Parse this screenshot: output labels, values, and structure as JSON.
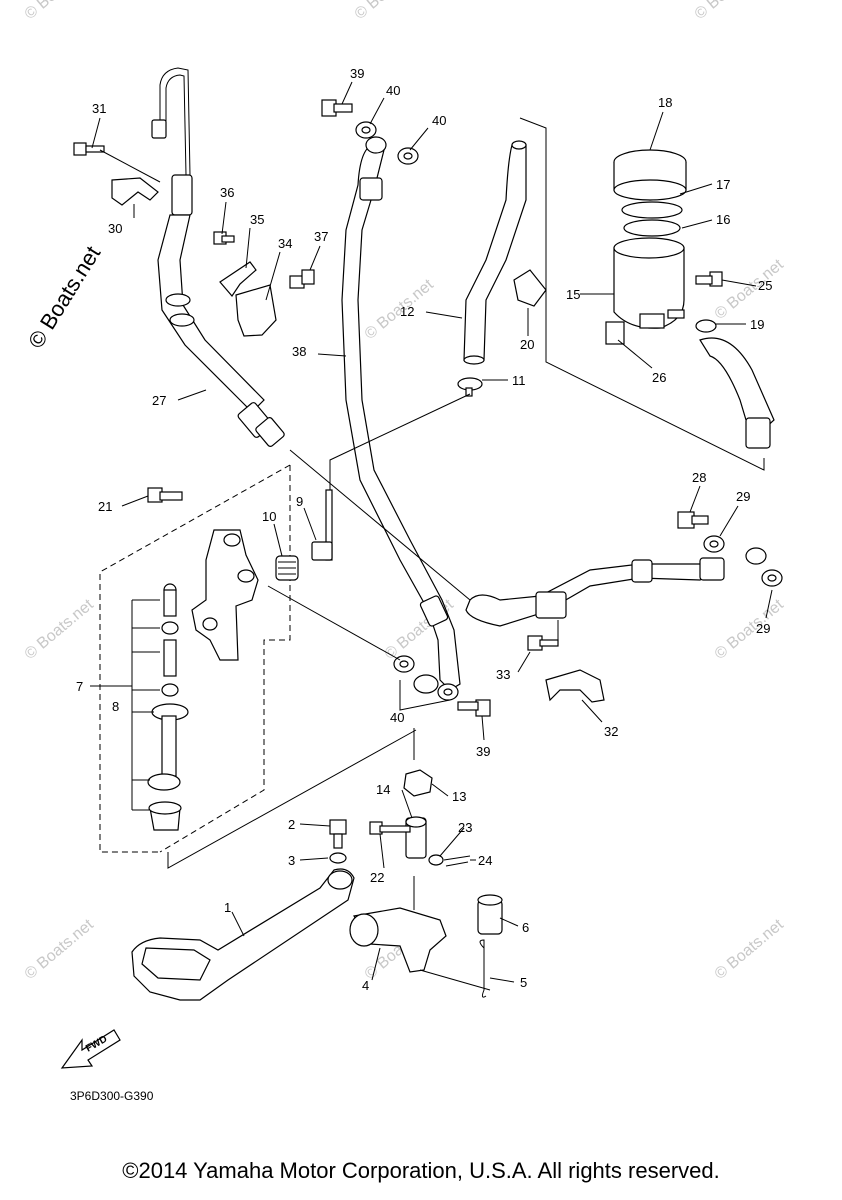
{
  "watermark_side": "© Boats.net",
  "watermark_small": "© Boats.net",
  "diagram_code": "3P6D300-G390",
  "fwd_label": "FWD",
  "copyright": "©2014 Yamaha Motor Corporation, U.S.A. All rights reserved.",
  "callouts": {
    "c1": "1",
    "c2": "2",
    "c3": "3",
    "c4": "4",
    "c5": "5",
    "c6": "6",
    "c7": "7",
    "c8": "8",
    "c9": "9",
    "c10": "10",
    "c11": "11",
    "c12": "12",
    "c13": "13",
    "c14": "14",
    "c15": "15",
    "c16": "16",
    "c17": "17",
    "c18": "18",
    "c19": "19",
    "c20": "20",
    "c21": "21",
    "c22": "22",
    "c23": "23",
    "c24": "24",
    "c25": "25",
    "c26": "26",
    "c27": "27",
    "c28": "28",
    "c29a": "29",
    "c29b": "29",
    "c30": "30",
    "c31": "31",
    "c32": "32",
    "c33": "33",
    "c34": "34",
    "c35": "35",
    "c36": "36",
    "c37": "37",
    "c38": "38",
    "c39a": "39",
    "c39b": "39",
    "c40a": "40",
    "c40b": "40",
    "c40c": "40"
  }
}
